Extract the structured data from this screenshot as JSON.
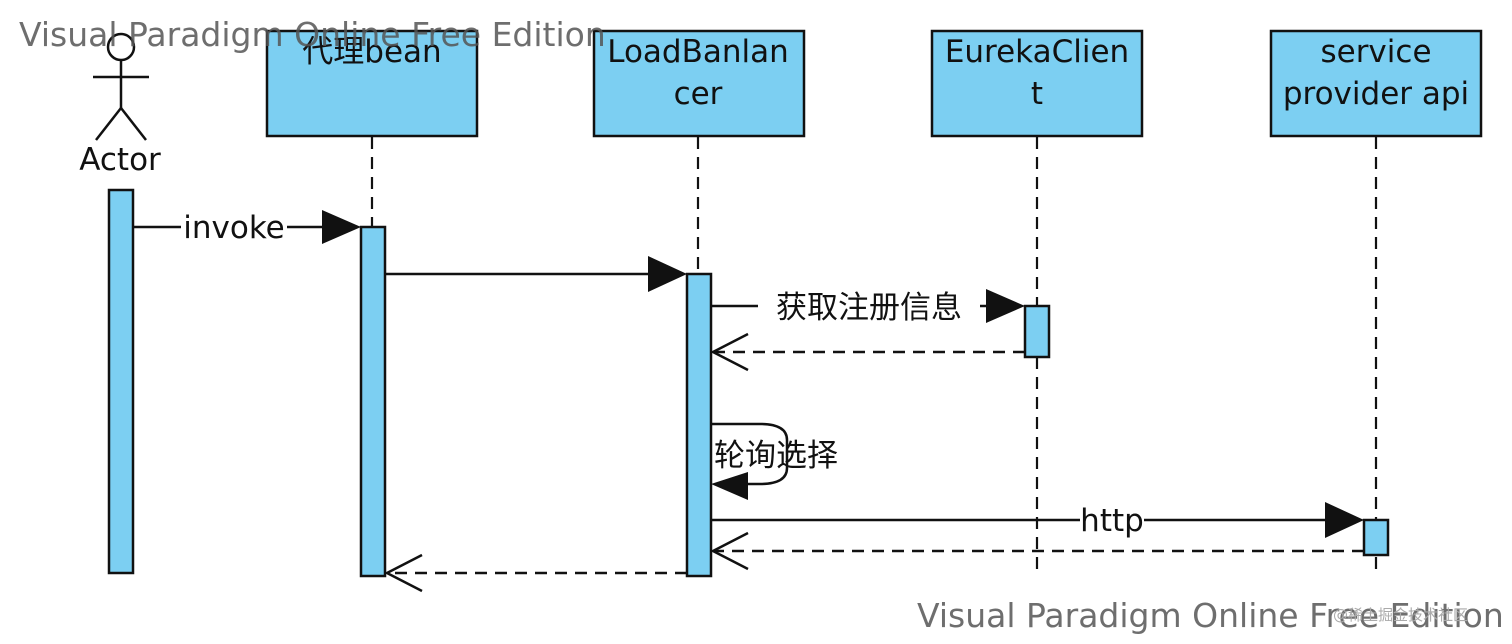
{
  "participants": {
    "actor": "Actor",
    "proxy": "代理bean",
    "lb_line1": "LoadBanlan",
    "lb_line2": "cer",
    "eureka_line1": "EurekaClien",
    "eureka_line2": "t",
    "api_line1": "service",
    "api_line2": "provider api"
  },
  "messages": {
    "invoke": "invoke",
    "fetch_registry": "获取注册信息",
    "round_robin": "轮询选择",
    "http": "http"
  },
  "watermarks": {
    "top": "Visual Paradigm Online Free Edition",
    "bottom": "Visual Paradigm Online Free Edition",
    "corner": "@稀土掘金技术社区"
  },
  "colors": {
    "box_fill": "#7ccff2",
    "line": "#111111"
  }
}
